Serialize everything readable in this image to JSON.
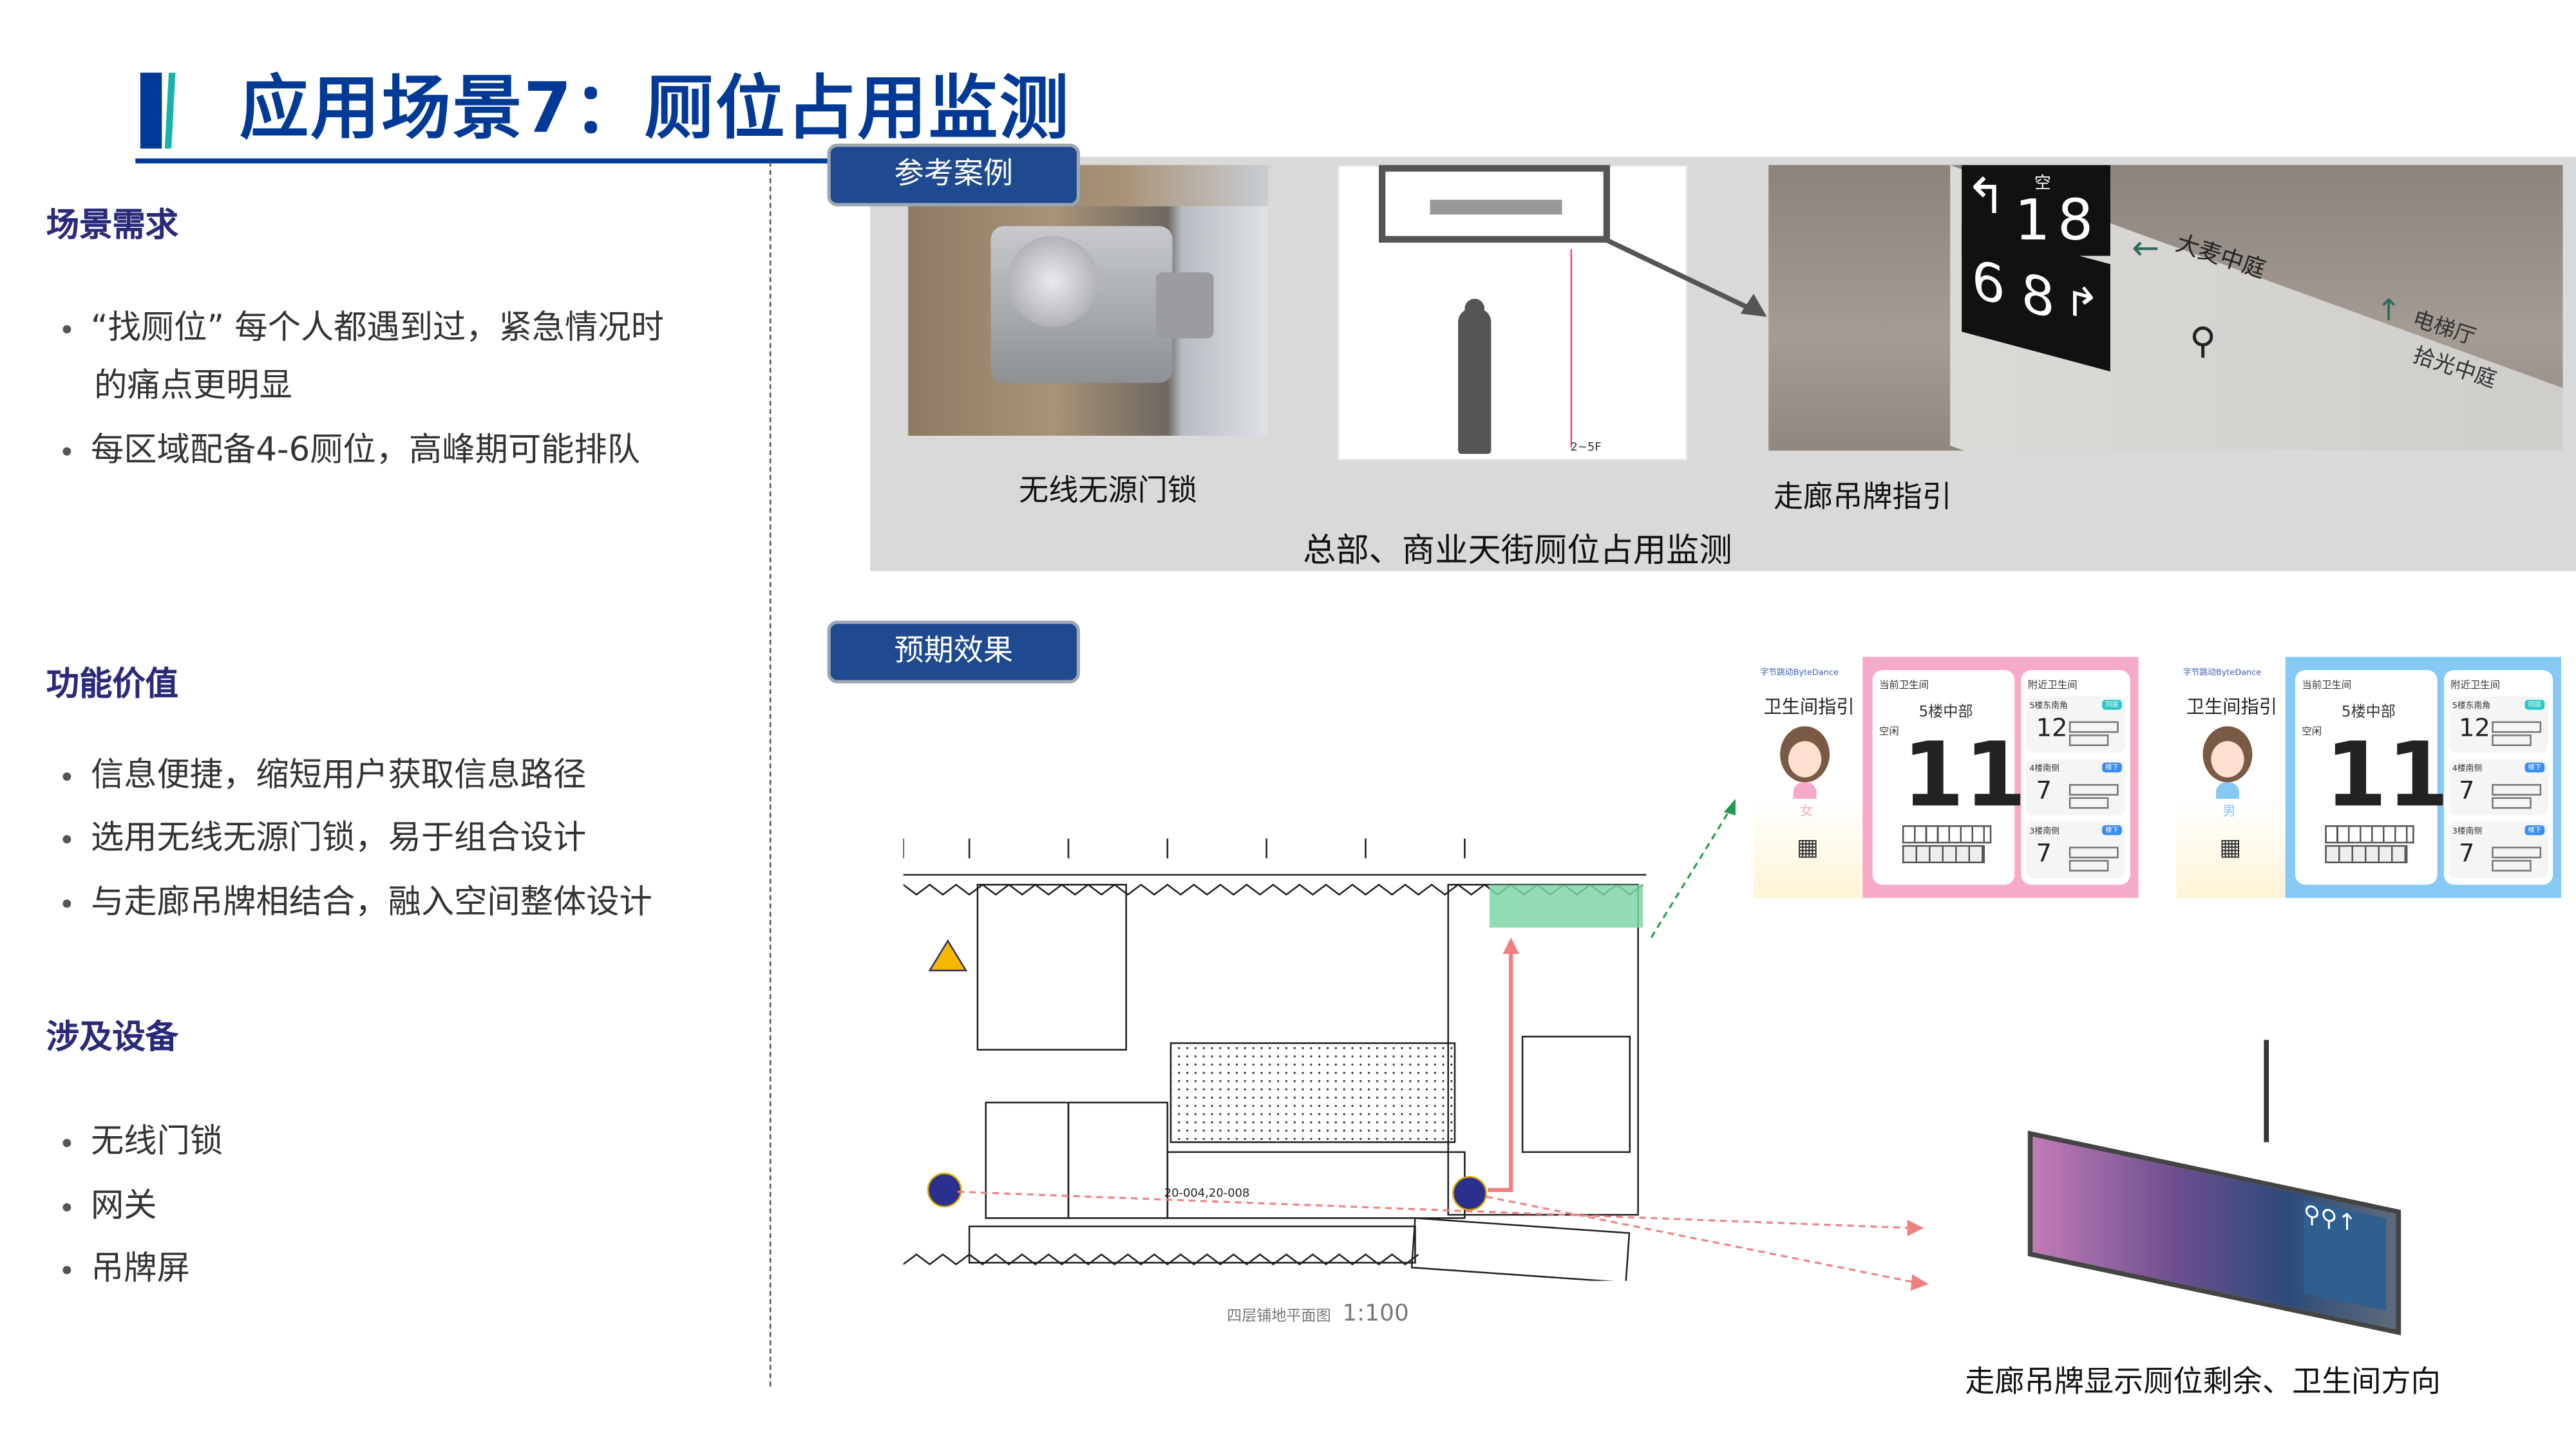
{
  "title": "应用场景7：厕位占用监测",
  "sections": {
    "needs": {
      "heading": "场景需求",
      "bullets": [
        "“找厕位” 每个人都遇到过，紧急情况时",
        "的痛点更明显",
        "每区域配备4-6厕位，高峰期可能排队"
      ]
    },
    "value": {
      "heading": "功能价值",
      "bullets": [
        "信息便捷，缩短用户获取信息路径",
        "选用无线无源门锁，易于组合设计",
        "与走廊吊牌相结合，融入空间整体设计"
      ]
    },
    "devices": {
      "heading": "涉及设备",
      "bullets": [
        "无线门锁",
        "网关",
        "吊牌屏"
      ]
    }
  },
  "reference": {
    "tag": "参考案例",
    "caption_lock": "无线无源门锁",
    "caption_sign": "走廊吊牌指引",
    "caption_main": "总部、商业天街厕位占用监测",
    "drawing_label": "2~5F",
    "sign": {
      "top_num1": "1",
      "top_num2": "8",
      "bot_num1": "6",
      "bot_num2": "8",
      "vacant": "空",
      "dest1": "大麦中庭",
      "dest2": "电梯厅",
      "dest3": "拾光中庭"
    }
  },
  "expected": {
    "tag": "预期效果",
    "floorplan_caption": "四层铺地平面图",
    "floorplan_scale": "1:100",
    "floorplan_code": "20-004,20-008",
    "screens": [
      {
        "theme": "female",
        "color": "#f7a9c9",
        "brand": "字节跳动ByteDance",
        "heading": "卫生间指引",
        "gender": "女",
        "current_label": "当前卫生间",
        "location": "5楼中部",
        "free_label": "空闲",
        "free_count": "11",
        "nearby_label": "附近卫生间",
        "nearby": [
          {
            "name": "5楼东南角",
            "count": "12",
            "tag": "同层"
          },
          {
            "name": "4楼南侧",
            "count": "7",
            "tag": "楼下"
          },
          {
            "name": "3楼南侧",
            "count": "7",
            "tag": "楼下"
          }
        ]
      },
      {
        "theme": "male",
        "color": "#86c9f5",
        "brand": "字节跳动ByteDance",
        "heading": "卫生间指引",
        "gender": "男",
        "current_label": "当前卫生间",
        "location": "5楼中部",
        "free_label": "空闲",
        "free_count": "11",
        "nearby_label": "附近卫生间",
        "nearby": [
          {
            "name": "5楼东南角",
            "count": "12",
            "tag": "同层"
          },
          {
            "name": "4楼南侧",
            "count": "7",
            "tag": "楼下"
          },
          {
            "name": "3楼南侧",
            "count": "7",
            "tag": "楼下"
          }
        ]
      }
    ],
    "caption_hanging": "走廊吊牌显示厕位剩余、卫生间方向"
  },
  "colors": {
    "brand": "#003a96",
    "tag": "#1f4a8f",
    "section": "#2b2a7a",
    "panel": "#d9d9d9",
    "toilet_green": "#7fd6a6",
    "route_red": "#f08080"
  }
}
